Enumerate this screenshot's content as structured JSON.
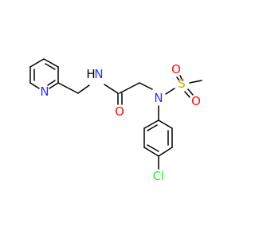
{
  "colors": {
    "bond": "#000000",
    "carbon": "#000000",
    "nitrogen": "#3030ff",
    "oxygen": "#ff0d0d",
    "sulfur": "#c8a800",
    "chlorine": "#1ff01f",
    "background": "#ffffff"
  },
  "atoms": {
    "pyridine_n": "N",
    "amide_nh": "N",
    "amide_h": "H",
    "carbonyl_o": "O",
    "sulfonamide_n": "N",
    "sulfur": "S",
    "sulfonyl_o_top": "O",
    "sulfonyl_o_bottom": "O",
    "chlorine": "Cl"
  }
}
